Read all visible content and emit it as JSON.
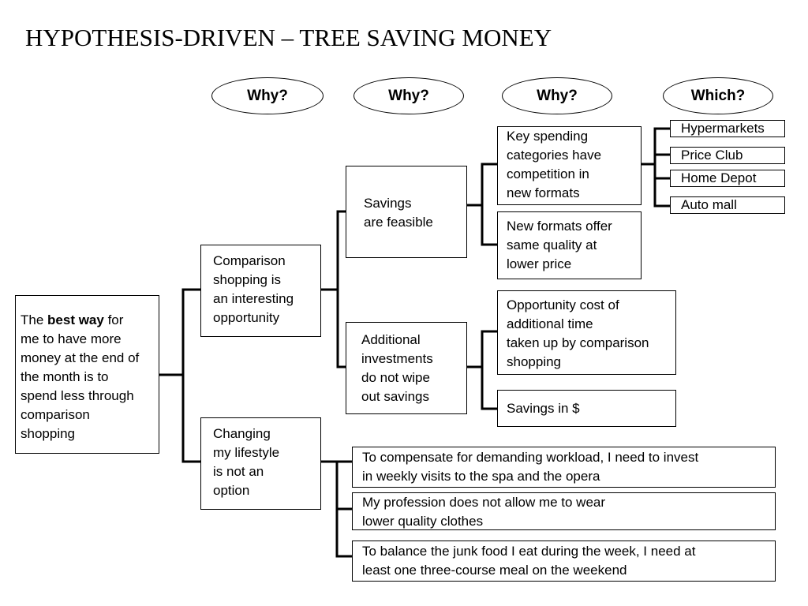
{
  "title": "HYPOTHESIS-DRIVEN – TREE SAVING MONEY",
  "headers": [
    "Why?",
    "Why?",
    "Why?",
    "Which?"
  ],
  "root": {
    "prefix": "The ",
    "bold": "best way",
    "rest": " for\nme to have more\nmoney at the end of\nthe month is to\nspend less through\ncomparison\nshopping"
  },
  "level1": [
    "Comparison\nshopping is\nan interesting\nopportunity",
    "Changing\nmy lifestyle\nis not an\noption"
  ],
  "level2": [
    "Savings\nare feasible",
    "Additional\ninvestments\ndo not wipe\nout savings"
  ],
  "level3": [
    "Key spending\ncategories have\ncompetition in\nnew formats",
    "New formats offer\nsame quality at\nlower price",
    "Opportunity cost of\nadditional time\ntaken up by comparison\nshopping",
    "Savings in $"
  ],
  "which": [
    "Hypermarkets",
    "Price Club",
    "Home Depot",
    "Auto mall"
  ],
  "lifestyle": [
    "To compensate for demanding workload, I need to invest\nin weekly visits to the spa and the opera",
    "My profession does not allow me to wear\nlower quality clothes",
    "To balance the junk food I eat during the week, I need at\nleast one three-course meal on the weekend"
  ]
}
